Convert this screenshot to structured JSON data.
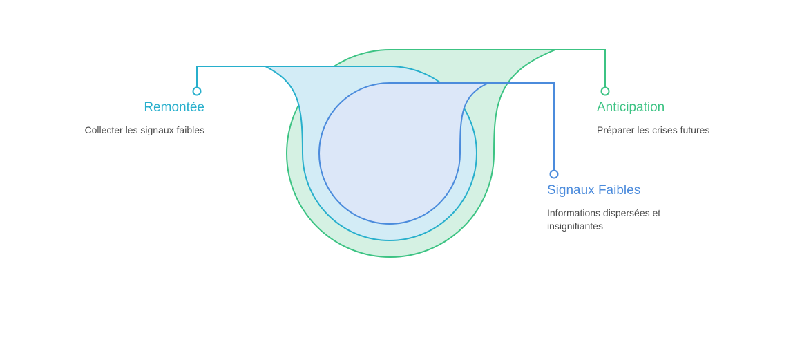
{
  "colors": {
    "green": "#3cc383",
    "green_fill": "#d5f1e3",
    "cyan": "#27afcc",
    "cyan_fill": "#d3ecf6",
    "blue": "#4b8bdc",
    "blue_fill": "#dce7f8",
    "text": "#4a4a4a"
  },
  "items": {
    "remontee": {
      "title": "Remontée",
      "description": "Collecter les signaux faibles"
    },
    "anticipation": {
      "title": "Anticipation",
      "description": "Préparer les crises futures"
    },
    "signaux": {
      "title": "Signaux Faibles",
      "description": "Informations dispersées et insignifiantes"
    }
  }
}
